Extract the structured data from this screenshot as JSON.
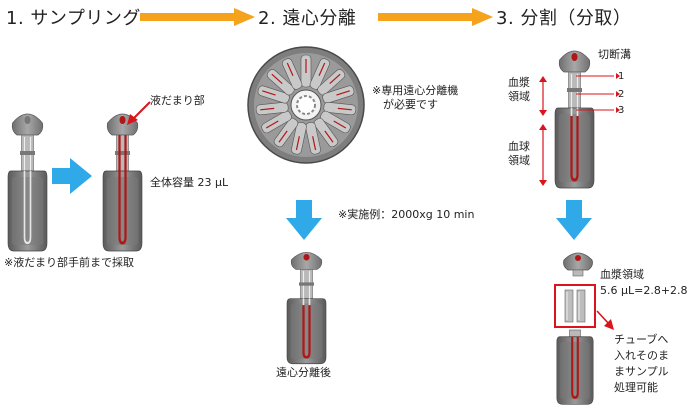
{
  "steps": {
    "sampling": "1. サンプリング",
    "centrifuge": "2. 遠心分離",
    "split": "3. 分割（分取）"
  },
  "labels": {
    "liquid_pool": "液だまり部",
    "total_volume": "全体容量 23 µL",
    "collect_note": "※液だまり部手前まで採取",
    "centrifuge_note": "※専用遠心分離機\n　が必要です",
    "example_note": "※実施例：2000xg 10 min",
    "after_centrifuge": "遠心分離後",
    "cut_groove": "切断溝",
    "plasma_region_v": "血漿\n領域",
    "cell_region_v": "血球\n領域",
    "marker_1": "1",
    "marker_2": "2",
    "marker_3": "3",
    "plasma_region": "血漿領域",
    "plasma_volume": "5.6 µL=2.8+2.8",
    "tube_note": "チューブへ\n入れそのま\nまサンプル\n処理可能"
  },
  "colors": {
    "orange_arrow": "#f5a21c",
    "blue_arrow": "#2fa9e8",
    "red": "#d9141c",
    "device_gray": "#8c8c8c"
  }
}
